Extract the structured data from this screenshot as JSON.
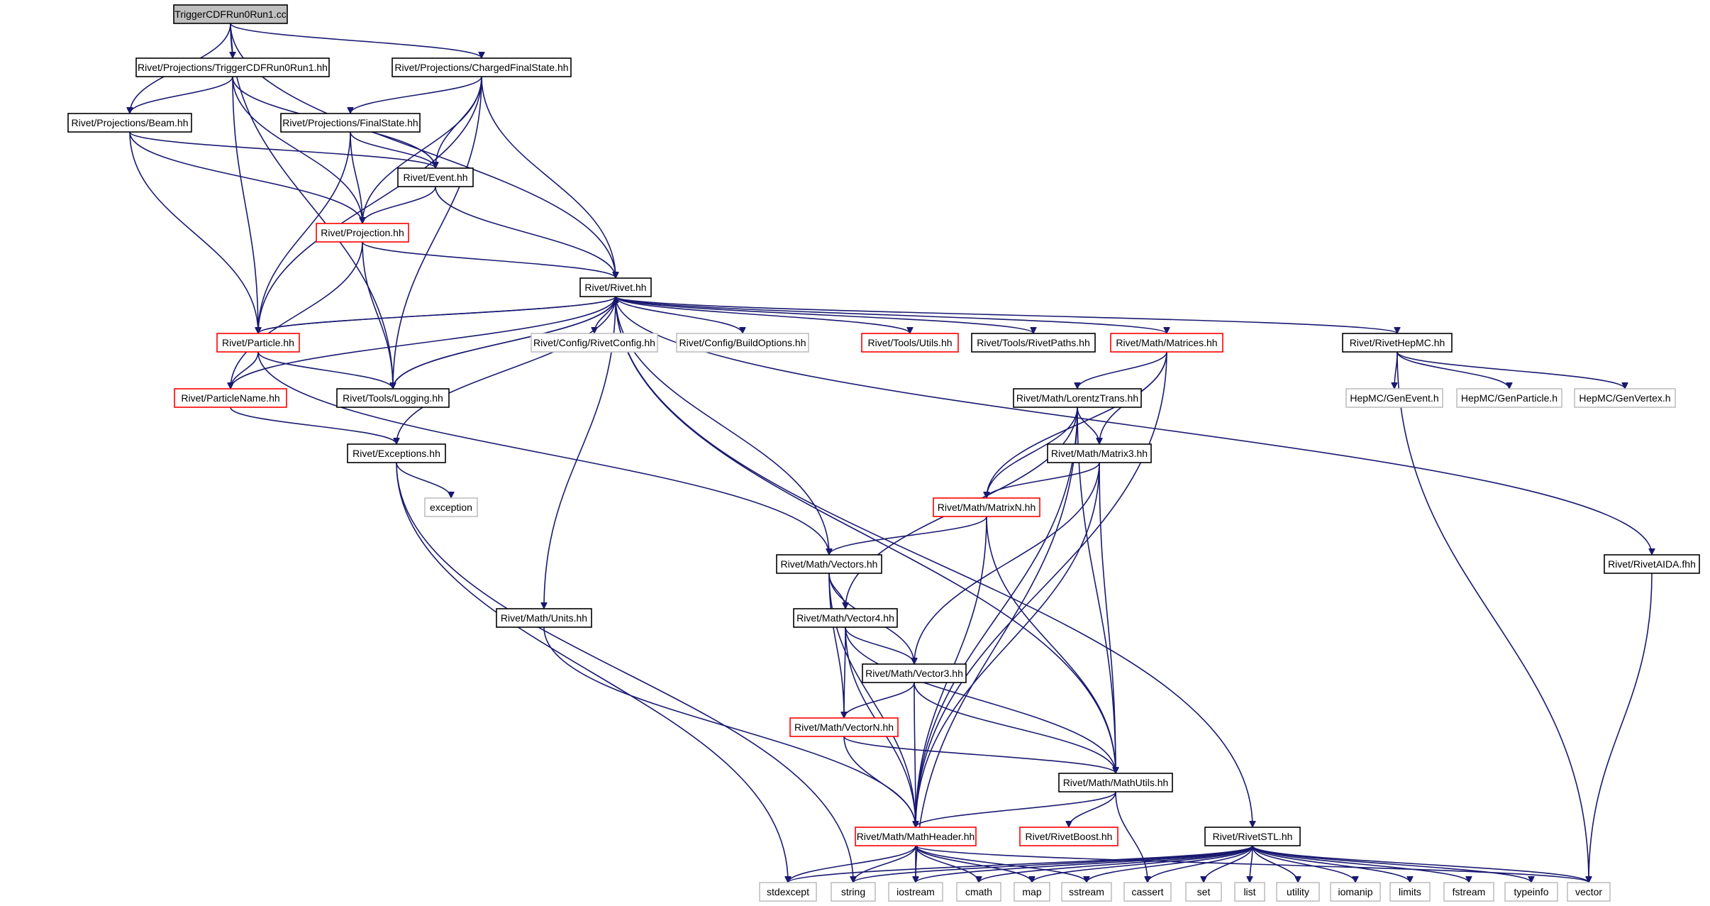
{
  "diagram": {
    "nodes": [
      {
        "id": "root",
        "label": "TriggerCDFRun0Run1.cc",
        "style": "root"
      },
      {
        "id": "trig",
        "label": "Rivet/Projections/TriggerCDFRun0Run1.hh",
        "style": "normal"
      },
      {
        "id": "cfs",
        "label": "Rivet/Projections/ChargedFinalState.hh",
        "style": "normal"
      },
      {
        "id": "beam",
        "label": "Rivet/Projections/Beam.hh",
        "style": "normal"
      },
      {
        "id": "fs",
        "label": "Rivet/Projections/FinalState.hh",
        "style": "normal"
      },
      {
        "id": "event",
        "label": "Rivet/Event.hh",
        "style": "normal"
      },
      {
        "id": "proj",
        "label": "Rivet/Projection.hh",
        "style": "red"
      },
      {
        "id": "rivet",
        "label": "Rivet/Rivet.hh",
        "style": "normal"
      },
      {
        "id": "particle",
        "label": "Rivet/Particle.hh",
        "style": "red"
      },
      {
        "id": "rivetconfig",
        "label": "Rivet/Config/RivetConfig.hh",
        "style": "gray"
      },
      {
        "id": "buildopts",
        "label": "Rivet/Config/BuildOptions.hh",
        "style": "gray"
      },
      {
        "id": "utils",
        "label": "Rivet/Tools/Utils.hh",
        "style": "red"
      },
      {
        "id": "rivetpaths",
        "label": "Rivet/Tools/RivetPaths.hh",
        "style": "normal"
      },
      {
        "id": "matrices",
        "label": "Rivet/Math/Matrices.hh",
        "style": "red"
      },
      {
        "id": "hepmc",
        "label": "Rivet/RivetHepMC.hh",
        "style": "normal"
      },
      {
        "id": "pname",
        "label": "Rivet/ParticleName.hh",
        "style": "red"
      },
      {
        "id": "logging",
        "label": "Rivet/Tools/Logging.hh",
        "style": "normal"
      },
      {
        "id": "lorentz",
        "label": "Rivet/Math/LorentzTrans.hh",
        "style": "normal"
      },
      {
        "id": "genevent",
        "label": "HepMC/GenEvent.h",
        "style": "gray"
      },
      {
        "id": "genparticle",
        "label": "HepMC/GenParticle.h",
        "style": "gray"
      },
      {
        "id": "genvertex",
        "label": "HepMC/GenVertex.h",
        "style": "gray"
      },
      {
        "id": "exceptions",
        "label": "Rivet/Exceptions.hh",
        "style": "normal"
      },
      {
        "id": "matrix3",
        "label": "Rivet/Math/Matrix3.hh",
        "style": "normal"
      },
      {
        "id": "exception",
        "label": "exception",
        "style": "gray"
      },
      {
        "id": "matrixn",
        "label": "Rivet/Math/MatrixN.hh",
        "style": "red"
      },
      {
        "id": "vectors",
        "label": "Rivet/Math/Vectors.hh",
        "style": "normal"
      },
      {
        "id": "aida",
        "label": "Rivet/RivetAIDA.fhh",
        "style": "normal"
      },
      {
        "id": "units",
        "label": "Rivet/Math/Units.hh",
        "style": "normal"
      },
      {
        "id": "vector4",
        "label": "Rivet/Math/Vector4.hh",
        "style": "normal"
      },
      {
        "id": "vector3",
        "label": "Rivet/Math/Vector3.hh",
        "style": "normal"
      },
      {
        "id": "vectorn",
        "label": "Rivet/Math/VectorN.hh",
        "style": "red"
      },
      {
        "id": "mathutils",
        "label": "Rivet/Math/MathUtils.hh",
        "style": "normal"
      },
      {
        "id": "mathheader",
        "label": "Rivet/Math/MathHeader.hh",
        "style": "red"
      },
      {
        "id": "boost",
        "label": "Rivet/RivetBoost.hh",
        "style": "red"
      },
      {
        "id": "stl",
        "label": "Rivet/RivetSTL.hh",
        "style": "normal"
      },
      {
        "id": "stdexcept",
        "label": "stdexcept",
        "style": "gray"
      },
      {
        "id": "string",
        "label": "string",
        "style": "gray"
      },
      {
        "id": "iostream",
        "label": "iostream",
        "style": "gray"
      },
      {
        "id": "cmath",
        "label": "cmath",
        "style": "gray"
      },
      {
        "id": "map",
        "label": "map",
        "style": "gray"
      },
      {
        "id": "sstream",
        "label": "sstream",
        "style": "gray"
      },
      {
        "id": "cassert",
        "label": "cassert",
        "style": "gray"
      },
      {
        "id": "set",
        "label": "set",
        "style": "gray"
      },
      {
        "id": "list",
        "label": "list",
        "style": "gray"
      },
      {
        "id": "utility",
        "label": "utility",
        "style": "gray"
      },
      {
        "id": "iomanip",
        "label": "iomanip",
        "style": "gray"
      },
      {
        "id": "limits",
        "label": "limits",
        "style": "gray"
      },
      {
        "id": "fstream",
        "label": "fstream",
        "style": "gray"
      },
      {
        "id": "typeinfo",
        "label": "typeinfo",
        "style": "gray"
      },
      {
        "id": "vector",
        "label": "vector",
        "style": "gray"
      }
    ],
    "edges": [
      [
        "root",
        "trig"
      ],
      [
        "root",
        "cfs"
      ],
      [
        "root",
        "beam"
      ],
      [
        "root",
        "rivet"
      ],
      [
        "root",
        "logging"
      ],
      [
        "trig",
        "beam"
      ],
      [
        "trig",
        "particle"
      ],
      [
        "trig",
        "proj"
      ],
      [
        "trig",
        "event"
      ],
      [
        "cfs",
        "fs"
      ],
      [
        "cfs",
        "event"
      ],
      [
        "cfs",
        "proj"
      ],
      [
        "cfs",
        "rivet"
      ],
      [
        "cfs",
        "particle"
      ],
      [
        "cfs",
        "logging"
      ],
      [
        "beam",
        "event"
      ],
      [
        "beam",
        "proj"
      ],
      [
        "beam",
        "particle"
      ],
      [
        "fs",
        "event"
      ],
      [
        "fs",
        "proj"
      ],
      [
        "fs",
        "particle"
      ],
      [
        "event",
        "proj"
      ],
      [
        "event",
        "rivet"
      ],
      [
        "proj",
        "rivet"
      ],
      [
        "proj",
        "pname"
      ],
      [
        "proj",
        "logging"
      ],
      [
        "rivet",
        "particle"
      ],
      [
        "rivet",
        "pname"
      ],
      [
        "rivet",
        "logging"
      ],
      [
        "rivet",
        "exceptions"
      ],
      [
        "rivet",
        "units"
      ],
      [
        "rivet",
        "rivetconfig"
      ],
      [
        "rivet",
        "buildopts"
      ],
      [
        "rivet",
        "utils"
      ],
      [
        "rivet",
        "rivetpaths"
      ],
      [
        "rivet",
        "matrices"
      ],
      [
        "rivet",
        "vectors"
      ],
      [
        "rivet",
        "mathutils"
      ],
      [
        "rivet",
        "hepmc"
      ],
      [
        "rivet",
        "stl"
      ],
      [
        "rivet",
        "aida"
      ],
      [
        "particle",
        "rivet"
      ],
      [
        "particle",
        "pname"
      ],
      [
        "particle",
        "logging"
      ],
      [
        "particle",
        "vectors"
      ],
      [
        "pname",
        "exceptions"
      ],
      [
        "logging",
        "rivet"
      ],
      [
        "exceptions",
        "exception"
      ],
      [
        "exceptions",
        "stdexcept"
      ],
      [
        "exceptions",
        "string"
      ],
      [
        "matrices",
        "lorentz"
      ],
      [
        "matrices",
        "matrix3"
      ],
      [
        "matrices",
        "matrixn"
      ],
      [
        "matrices",
        "mathheader"
      ],
      [
        "lorentz",
        "matrix3"
      ],
      [
        "lorentz",
        "matrixn"
      ],
      [
        "lorentz",
        "vector4"
      ],
      [
        "lorentz",
        "mathutils"
      ],
      [
        "lorentz",
        "mathheader"
      ],
      [
        "lorentz",
        "iostream"
      ],
      [
        "matrix3",
        "matrixn"
      ],
      [
        "matrix3",
        "vector3"
      ],
      [
        "matrix3",
        "mathutils"
      ],
      [
        "matrix3",
        "mathheader"
      ],
      [
        "matrixn",
        "vectors"
      ],
      [
        "matrixn",
        "mathutils"
      ],
      [
        "matrixn",
        "mathheader"
      ],
      [
        "vectors",
        "vector4"
      ],
      [
        "vectors",
        "vector3"
      ],
      [
        "vectors",
        "vectorn"
      ],
      [
        "vectors",
        "mathheader"
      ],
      [
        "vector4",
        "vector3"
      ],
      [
        "vector4",
        "vectorn"
      ],
      [
        "vector4",
        "mathutils"
      ],
      [
        "vector4",
        "mathheader"
      ],
      [
        "vector3",
        "vectorn"
      ],
      [
        "vector3",
        "mathutils"
      ],
      [
        "vector3",
        "mathheader"
      ],
      [
        "vectorn",
        "mathutils"
      ],
      [
        "vectorn",
        "mathheader"
      ],
      [
        "mathutils",
        "mathheader"
      ],
      [
        "mathutils",
        "boost"
      ],
      [
        "mathutils",
        "cassert"
      ],
      [
        "units",
        "mathheader"
      ],
      [
        "mathheader",
        "stdexcept"
      ],
      [
        "mathheader",
        "string"
      ],
      [
        "mathheader",
        "iostream"
      ],
      [
        "mathheader",
        "cmath"
      ],
      [
        "mathheader",
        "map"
      ],
      [
        "mathheader",
        "sstream"
      ],
      [
        "mathheader",
        "vector"
      ],
      [
        "hepmc",
        "genevent"
      ],
      [
        "hepmc",
        "genparticle"
      ],
      [
        "hepmc",
        "genvertex"
      ],
      [
        "hepmc",
        "vector"
      ],
      [
        "aida",
        "vector"
      ],
      [
        "stl",
        "stdexcept"
      ],
      [
        "stl",
        "string"
      ],
      [
        "stl",
        "iostream"
      ],
      [
        "stl",
        "cmath"
      ],
      [
        "stl",
        "map"
      ],
      [
        "stl",
        "sstream"
      ],
      [
        "stl",
        "cassert"
      ],
      [
        "stl",
        "set"
      ],
      [
        "stl",
        "list"
      ],
      [
        "stl",
        "utility"
      ],
      [
        "stl",
        "iomanip"
      ],
      [
        "stl",
        "limits"
      ],
      [
        "stl",
        "fstream"
      ],
      [
        "stl",
        "typeinfo"
      ],
      [
        "stl",
        "vector"
      ]
    ]
  }
}
